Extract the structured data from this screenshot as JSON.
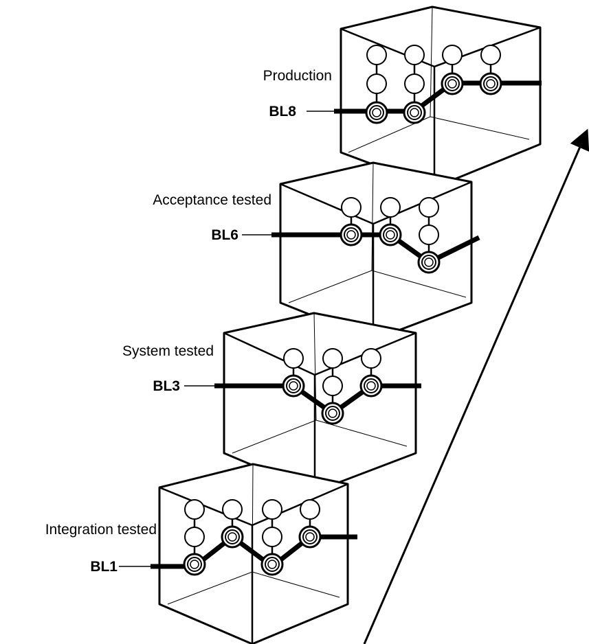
{
  "colors": {
    "stroke": "#000000",
    "background": "#ffffff"
  },
  "arrow": {
    "name": "upward-progression-arrow"
  },
  "stages": [
    {
      "id": "production",
      "stage_label": "Production",
      "baseline_label": "BL8",
      "columns": [
        {
          "circle_count": 3,
          "selected": 3
        },
        {
          "circle_count": 3,
          "selected": 3
        },
        {
          "circle_count": 2,
          "selected": 2
        },
        {
          "circle_count": 2,
          "selected": 2
        }
      ]
    },
    {
      "id": "acceptance",
      "stage_label": "Acceptance tested",
      "baseline_label": "BL6",
      "columns": [
        {
          "circle_count": 2,
          "selected": 2
        },
        {
          "circle_count": 2,
          "selected": 2
        },
        {
          "circle_count": 3,
          "selected": 3
        }
      ]
    },
    {
      "id": "system",
      "stage_label": "System tested",
      "baseline_label": "BL3",
      "columns": [
        {
          "circle_count": 2,
          "selected": 2
        },
        {
          "circle_count": 3,
          "selected": 3
        },
        {
          "circle_count": 2,
          "selected": 2
        }
      ]
    },
    {
      "id": "integration",
      "stage_label": "Integration tested",
      "baseline_label": "BL1",
      "columns": [
        {
          "circle_count": 3,
          "selected": 3
        },
        {
          "circle_count": 2,
          "selected": 2
        },
        {
          "circle_count": 3,
          "selected": 3
        },
        {
          "circle_count": 2,
          "selected": 2
        }
      ]
    }
  ]
}
